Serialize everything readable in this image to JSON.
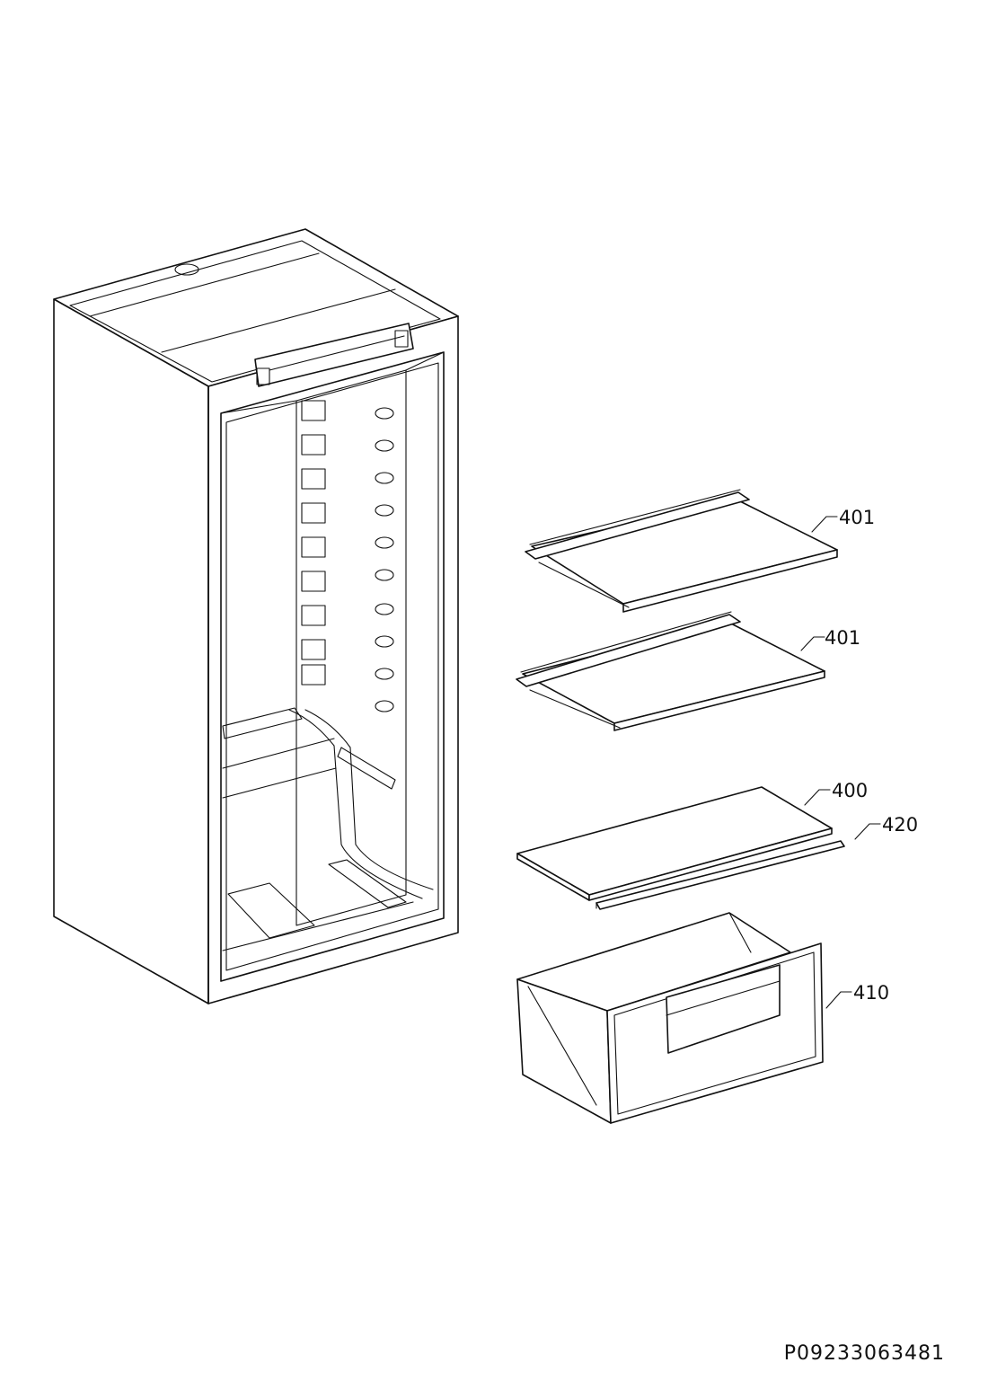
{
  "parts": [
    {
      "id": "shelf-upper",
      "label": "401"
    },
    {
      "id": "shelf-lower",
      "label": "401"
    },
    {
      "id": "glass-cover",
      "label": "400"
    },
    {
      "id": "cover-trim",
      "label": "420"
    },
    {
      "id": "crisper-drawer",
      "label": "410"
    }
  ],
  "reference_code": "P09233063481",
  "colors": {
    "line": "#111111",
    "background": "#ffffff"
  }
}
